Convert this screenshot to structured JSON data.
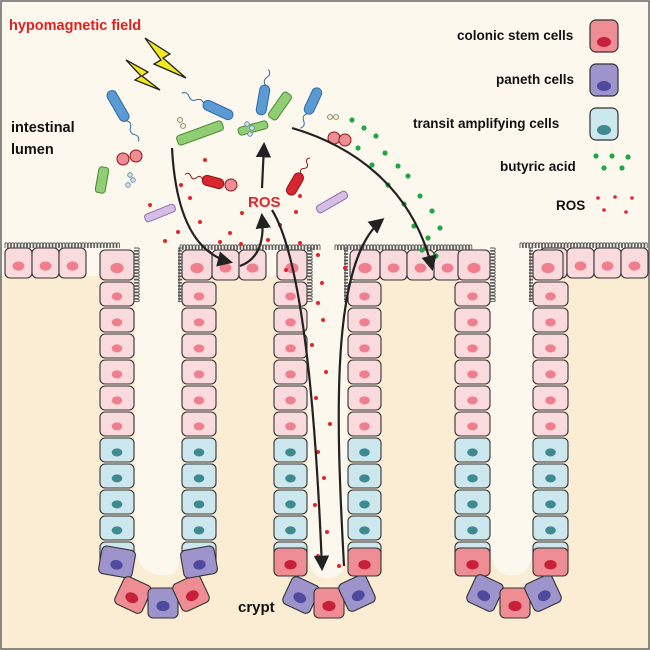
{
  "title": "hypomagnetic field",
  "lumen_label_line1": "intestinal",
  "lumen_label_line2": "lumen",
  "ros_center_label": "ROS",
  "crypt_label": "crypt",
  "legend": {
    "stem": "colonic stem cells",
    "paneth": "paneth cells",
    "ta": "transit  amplifying cells",
    "butyric": "butyric acid",
    "ros": "ROS"
  },
  "colors": {
    "title_red": "#e02020",
    "stem_cell": "#ee8d93",
    "stem_nucleus": "#c8203a",
    "paneth_cell": "#9d94cb",
    "paneth_nucleus": "#4f4a9e",
    "ta_cell": "#cde7ee",
    "ta_nucleus": "#3f8a91",
    "epithelial_cell": "#f9dadd",
    "epithelial_nucleus": "#ef7f8e",
    "tissue": "#fbecd4",
    "lumen": "#fdf8ee",
    "butyric_green": "#25a644",
    "ros_red": "#e3242b",
    "lightning": "#f2ea1e"
  }
}
